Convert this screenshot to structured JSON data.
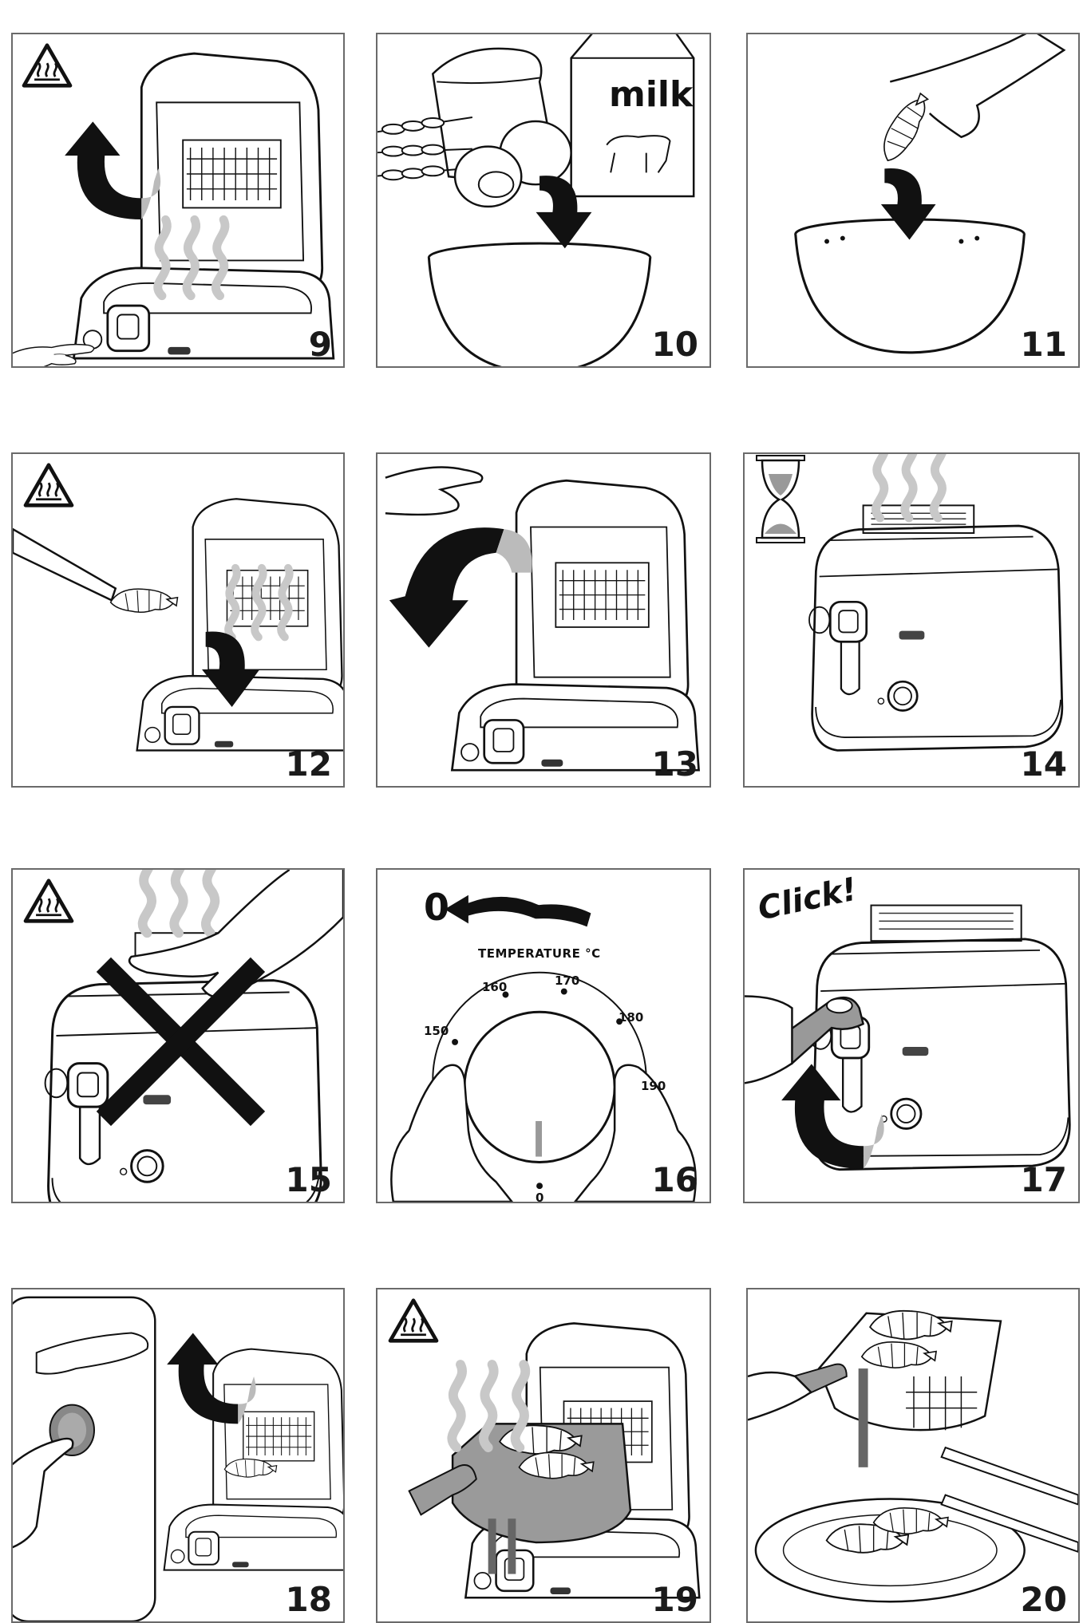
{
  "panels": [
    {
      "step": "9"
    },
    {
      "step": "10",
      "label": "milk"
    },
    {
      "step": "11"
    },
    {
      "step": "12"
    },
    {
      "step": "13"
    },
    {
      "step": "14"
    },
    {
      "step": "15"
    },
    {
      "step": "16",
      "dial": {
        "title": "TEMPERATURE °C",
        "off": "0",
        "ticks": [
          "150",
          "160",
          "170",
          "180",
          "190",
          "0"
        ]
      }
    },
    {
      "step": "17",
      "label": "Click!"
    },
    {
      "step": "18"
    },
    {
      "step": "19"
    },
    {
      "step": "20"
    }
  ],
  "icons": {
    "hot_surface": "hot-surface-warning-icon",
    "hourglass": "hourglass-icon"
  },
  "colors": {
    "frame": "#6a6a6a",
    "ink": "#1a1a1a",
    "steam": "#c8c8c8",
    "shade": "#9a9a9a"
  }
}
